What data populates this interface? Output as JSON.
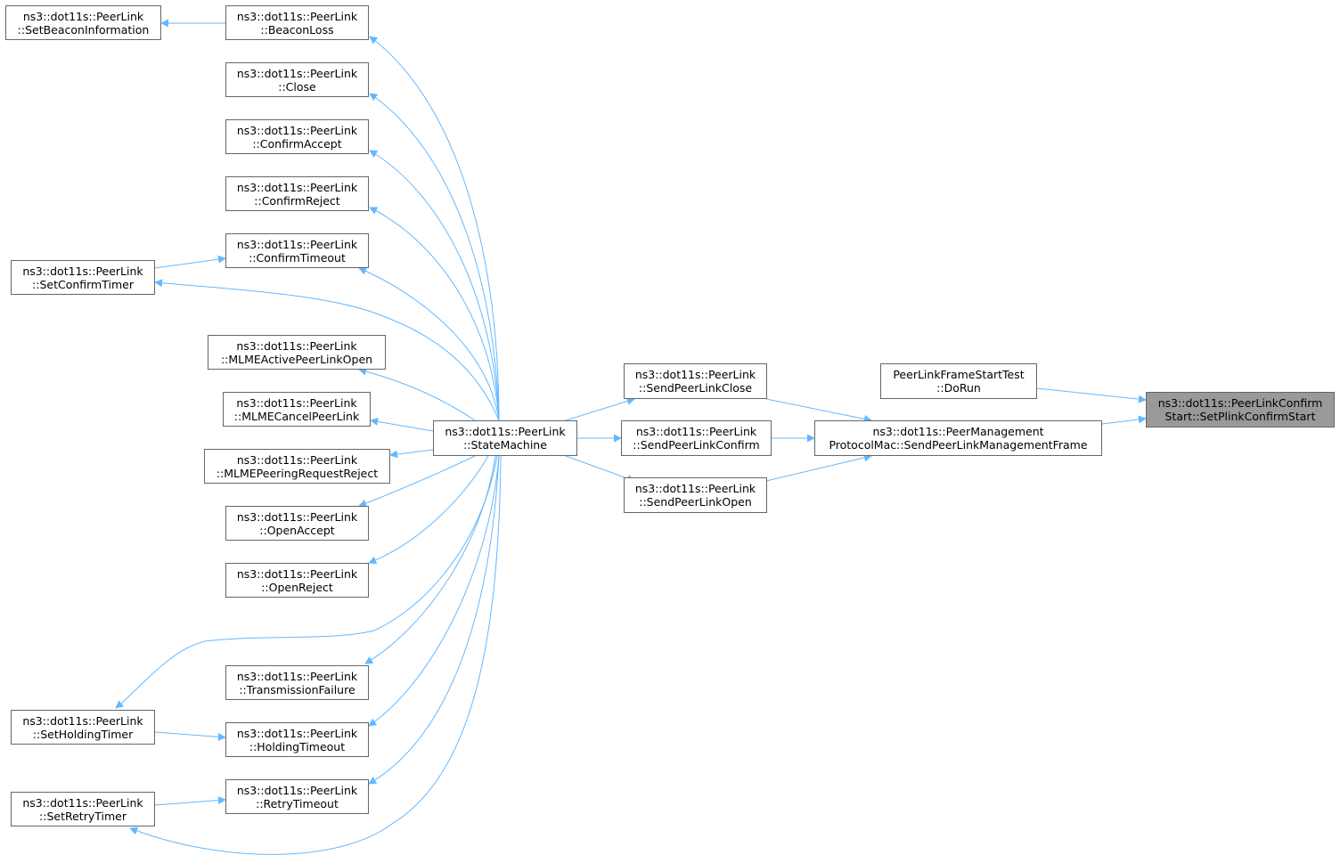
{
  "colors": {
    "edge": "#63b8ff",
    "node_border": "#666666",
    "node_fill": "#ffffff",
    "focus_fill": "#999999"
  },
  "nodes": [
    {
      "id": "set_beacon_info",
      "line1": "ns3::dot11s::PeerLink",
      "line2": "::SetBeaconInformation"
    },
    {
      "id": "beacon_loss",
      "line1": "ns3::dot11s::PeerLink",
      "line2": "::BeaconLoss"
    },
    {
      "id": "close",
      "line1": "ns3::dot11s::PeerLink",
      "line2": "::Close"
    },
    {
      "id": "confirm_accept",
      "line1": "ns3::dot11s::PeerLink",
      "line2": "::ConfirmAccept"
    },
    {
      "id": "confirm_reject",
      "line1": "ns3::dot11s::PeerLink",
      "line2": "::ConfirmReject"
    },
    {
      "id": "confirm_timeout",
      "line1": "ns3::dot11s::PeerLink",
      "line2": "::ConfirmTimeout"
    },
    {
      "id": "set_confirm_timer",
      "line1": "ns3::dot11s::PeerLink",
      "line2": "::SetConfirmTimer"
    },
    {
      "id": "mlme_active_open",
      "line1": "ns3::dot11s::PeerLink",
      "line2": "::MLMEActivePeerLinkOpen"
    },
    {
      "id": "mlme_cancel",
      "line1": "ns3::dot11s::PeerLink",
      "line2": "::MLMECancelPeerLink"
    },
    {
      "id": "mlme_peering_reject",
      "line1": "ns3::dot11s::PeerLink",
      "line2": "::MLMEPeeringRequestReject"
    },
    {
      "id": "open_accept",
      "line1": "ns3::dot11s::PeerLink",
      "line2": "::OpenAccept"
    },
    {
      "id": "open_reject",
      "line1": "ns3::dot11s::PeerLink",
      "line2": "::OpenReject"
    },
    {
      "id": "transmission_failure",
      "line1": "ns3::dot11s::PeerLink",
      "line2": "::TransmissionFailure"
    },
    {
      "id": "set_holding_timer",
      "line1": "ns3::dot11s::PeerLink",
      "line2": "::SetHoldingTimer"
    },
    {
      "id": "holding_timeout",
      "line1": "ns3::dot11s::PeerLink",
      "line2": "::HoldingTimeout"
    },
    {
      "id": "set_retry_timer",
      "line1": "ns3::dot11s::PeerLink",
      "line2": "::SetRetryTimer"
    },
    {
      "id": "retry_timeout",
      "line1": "ns3::dot11s::PeerLink",
      "line2": "::RetryTimeout"
    },
    {
      "id": "state_machine",
      "line1": "ns3::dot11s::PeerLink",
      "line2": "::StateMachine"
    },
    {
      "id": "send_close",
      "line1": "ns3::dot11s::PeerLink",
      "line2": "::SendPeerLinkClose"
    },
    {
      "id": "send_confirm",
      "line1": "ns3::dot11s::PeerLink",
      "line2": "::SendPeerLinkConfirm"
    },
    {
      "id": "send_open",
      "line1": "ns3::dot11s::PeerLink",
      "line2": "::SendPeerLinkOpen"
    },
    {
      "id": "do_run",
      "line1": "PeerLinkFrameStartTest",
      "line2": "::DoRun"
    },
    {
      "id": "send_mgmt_frame",
      "line1": "ns3::dot11s::PeerManagement",
      "line2": "ProtocolMac::SendPeerLinkManagementFrame"
    },
    {
      "id": "set_plink_confirm_start",
      "line1": "ns3::dot11s::PeerLinkConfirm",
      "line2": "Start::SetPlinkConfirmStart",
      "focus": true
    }
  ]
}
